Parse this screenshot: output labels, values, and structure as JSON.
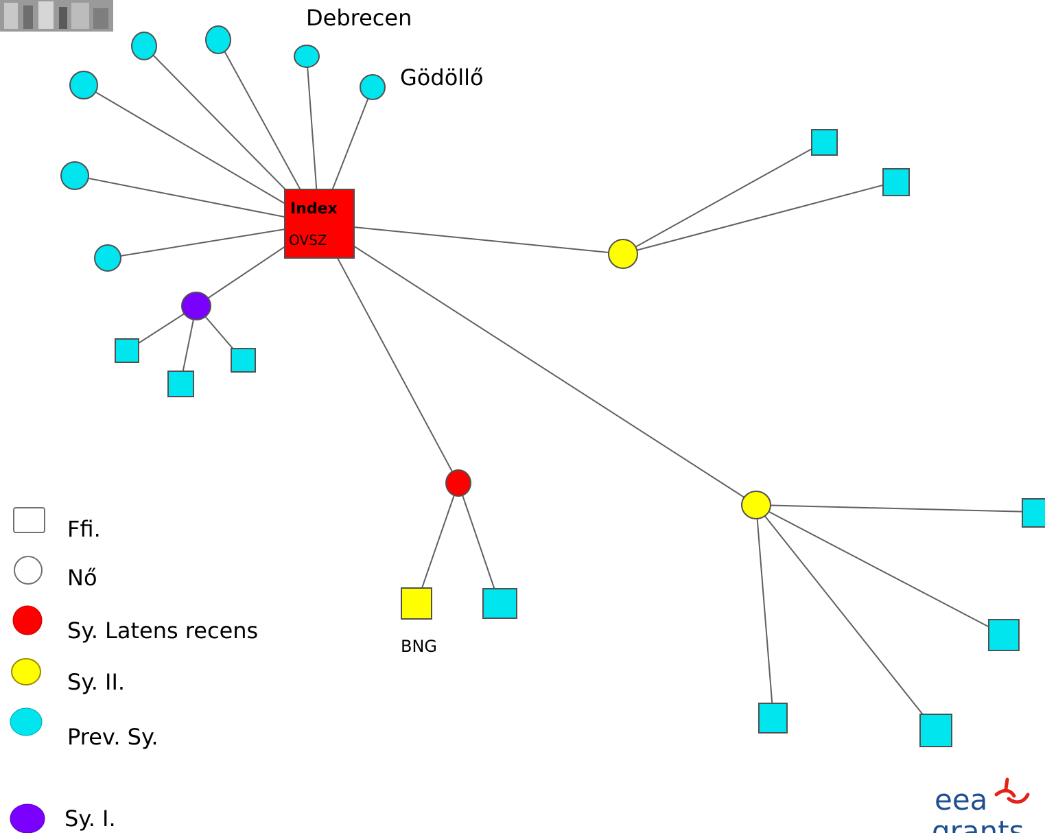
{
  "diagram": {
    "labels": {
      "debrecen": "Debrecen",
      "godollo": "Gödöllő",
      "bng": "BNG"
    },
    "index_node": {
      "title": "Index",
      "subtitle": "OVSZ",
      "color": "#ff0000"
    },
    "legend": [
      {
        "name": "legend-male",
        "label": "Ffi.",
        "shape": "square",
        "color": "#ffffff"
      },
      {
        "name": "legend-female",
        "label": "Nő",
        "shape": "circle",
        "color": "#ffffff"
      },
      {
        "name": "legend-latent",
        "label": "Sy. Latens recens",
        "shape": "circle",
        "color": "#ff0000"
      },
      {
        "name": "legend-sy2",
        "label": "Sy. II.",
        "shape": "circle",
        "color": "#ffff00"
      },
      {
        "name": "legend-prev",
        "label": "Prev. Sy.",
        "shape": "circle",
        "color": "#00e5ee"
      },
      {
        "name": "legend-sy1",
        "label": "Sy. I.",
        "shape": "circle",
        "color": "#7a00ff"
      }
    ],
    "colors": {
      "cyan": "#00e5ee",
      "yellow": "#ffff00",
      "red": "#ff0000",
      "purple": "#7a00ff",
      "edge": "#606060"
    },
    "logo": {
      "line1": "eea",
      "line2": "grants"
    }
  }
}
